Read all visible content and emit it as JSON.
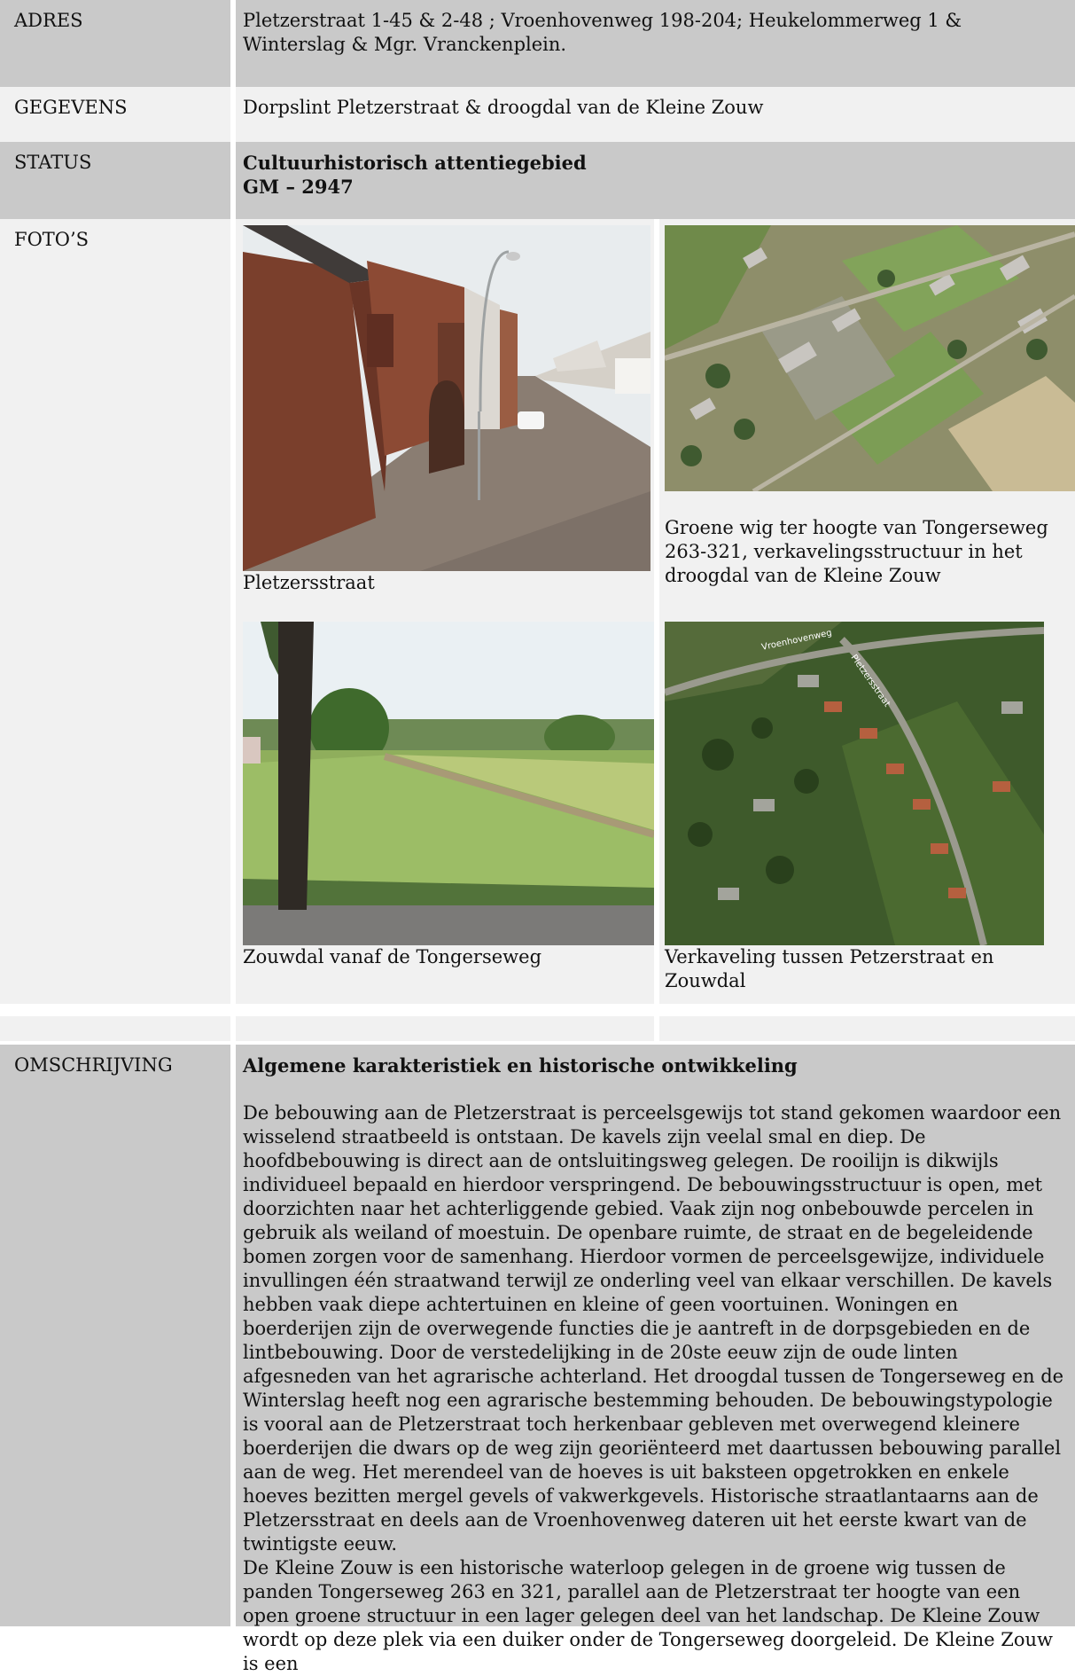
{
  "rows": {
    "adres": {
      "label": "ADRES",
      "value": "Pletzerstraat 1-45 & 2-48 ; Vroenhovenweg 198-204; Heukelommerweg 1 & Winterslag & Mgr. Vranckenplein."
    },
    "gegevens": {
      "label": "GEGEVENS",
      "value": "Dorpslint Pletzerstraat & droogdal van de Kleine Zouw"
    },
    "status": {
      "label": "STATUS",
      "line1": "Cultuurhistorisch attentiegebied",
      "line2": "GM – 2947"
    },
    "fotos": {
      "label": "FOTO’S",
      "photo1_caption": "Pletzersstraat",
      "photo2_caption": "Groene wig ter hoogte van Tongerseweg 263-321,  verkavelingsstructuur in het droogdal van de Kleine Zouw",
      "photo3_caption": "Zouwdal vanaf de Tongerseweg",
      "photo4_caption": "Verkaveling tussen Petzerstraat en Zouwdal",
      "photo4_streets": [
        "Vroenhovenweg",
        "Pletzersstraat"
      ]
    },
    "omschrijving": {
      "label": "OMSCHRIJVING",
      "heading": "Algemene karakteristiek en historische ontwikkeling",
      "paragraph1": "De bebouwing aan de Pletzerstraat is perceelsgewijs tot stand gekomen waardoor een wisselend straatbeeld is ontstaan. De kavels zijn veelal smal en diep. De hoofdbebouwing is direct aan de ontsluitingsweg gelegen. De rooilijn is dikwijls individueel bepaald en hierdoor verspringend. De bebouwingsstructuur is open, met doorzichten naar het achterliggende gebied. Vaak zijn nog onbebouwde percelen in gebruik als weiland of moestuin. De openbare ruimte, de straat en de begeleidende bomen zorgen voor de samenhang. Hierdoor vormen de perceelsgewijze, individuele invullingen één straatwand terwijl ze onderling veel van elkaar verschillen. De kavels hebben vaak diepe achtertuinen en kleine of geen voortuinen. Woningen  en boerderijen zijn de overwegende functies die je aantreft in de dorpsgebieden en de lintbebouwing. Door de verstedelijking in de 20ste eeuw zijn de oude linten afgesneden van het agrarische achterland. Het droogdal tussen de Tongerseweg en de Winterslag heeft nog een agrarische bestemming behouden. De bebouwingstypologie is vooral  aan de Pletzerstraat toch herkenbaar gebleven met overwegend kleinere boerderijen die dwars op de weg zijn georiënteerd met daartussen bebouwing parallel aan de weg. Het merendeel van de hoeves is uit baksteen opgetrokken en enkele hoeves bezitten mergel gevels of vakwerkgevels. Historische straatlantaarns aan de Pletzersstraat en deels aan de Vroenhovenweg dateren uit het eerste kwart van de twintigste eeuw.",
      "paragraph2": "De Kleine Zouw is een historische waterloop gelegen in de groene wig tussen de panden Tongerseweg 263 en 321, parallel aan de Pletzerstraat ter hoogte van een open groene structuur in een lager gelegen deel van het landschap. De Kleine Zouw wordt op deze plek via een duiker onder de Tongerseweg doorgeleid. De Kleine Zouw is een"
    }
  },
  "colors": {
    "label_bg": "#c9c9c9",
    "light_bg": "#f1f1f1"
  }
}
